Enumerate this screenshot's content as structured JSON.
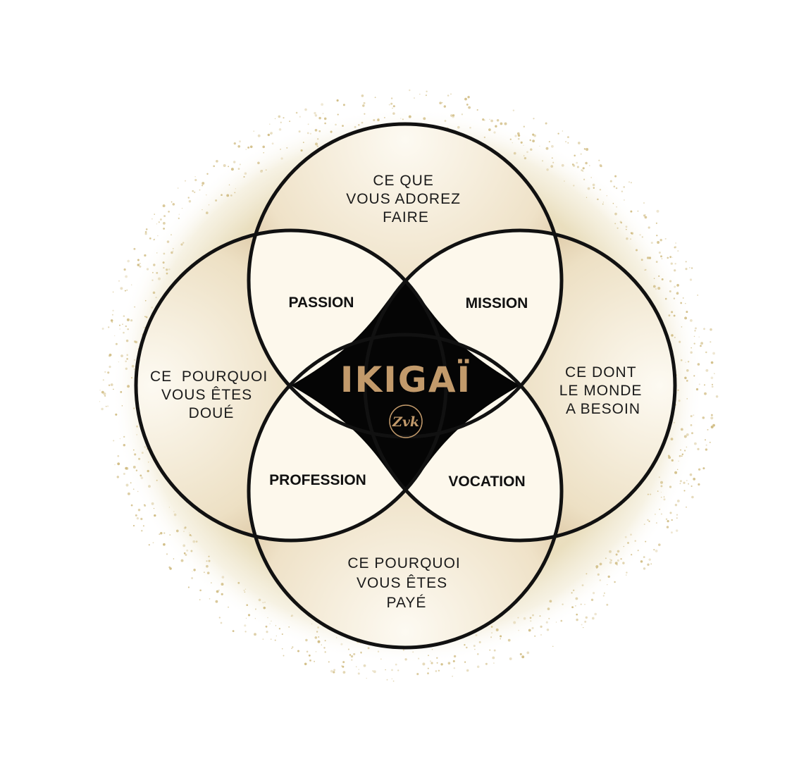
{
  "circles": {
    "top": [
      "CE QUE",
      "VOUS ADOREZ",
      "FAIRE"
    ],
    "left": [
      "CE  POURQUOI",
      "VOUS ÊTES",
      "DOUÉ"
    ],
    "right": [
      "CE DONT",
      "LE MONDE",
      "A BESOIN"
    ],
    "bottom": [
      "CE POURQUOI",
      "VOUS ÊTES",
      "PAYÉ"
    ]
  },
  "overlaps": {
    "passion": "PASSION",
    "mission": "MISSION",
    "profession": "PROFESSION",
    "vocation": "VOCATION"
  },
  "center": {
    "title": "IKIGAÏ",
    "logo_text": "Zvk"
  },
  "colors": {
    "outline": "#111111",
    "center_fill": "#050505",
    "gold": "#c9a57a",
    "gold_text": "#c29a6b",
    "cream": "#fdf8ec",
    "glitter": "#d8c48a"
  }
}
